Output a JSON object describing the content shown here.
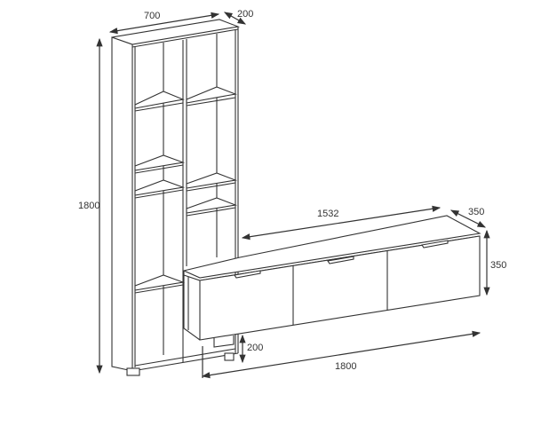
{
  "dimensions": {
    "bookcase_width": "700",
    "bookcase_depth": "200",
    "bookcase_height": "1800",
    "console_top_length": "1532",
    "console_depth": "350",
    "console_height": "350",
    "console_clearance": "200",
    "console_length": "1800"
  },
  "colors": {
    "line": "#333333",
    "background": "#ffffff"
  }
}
